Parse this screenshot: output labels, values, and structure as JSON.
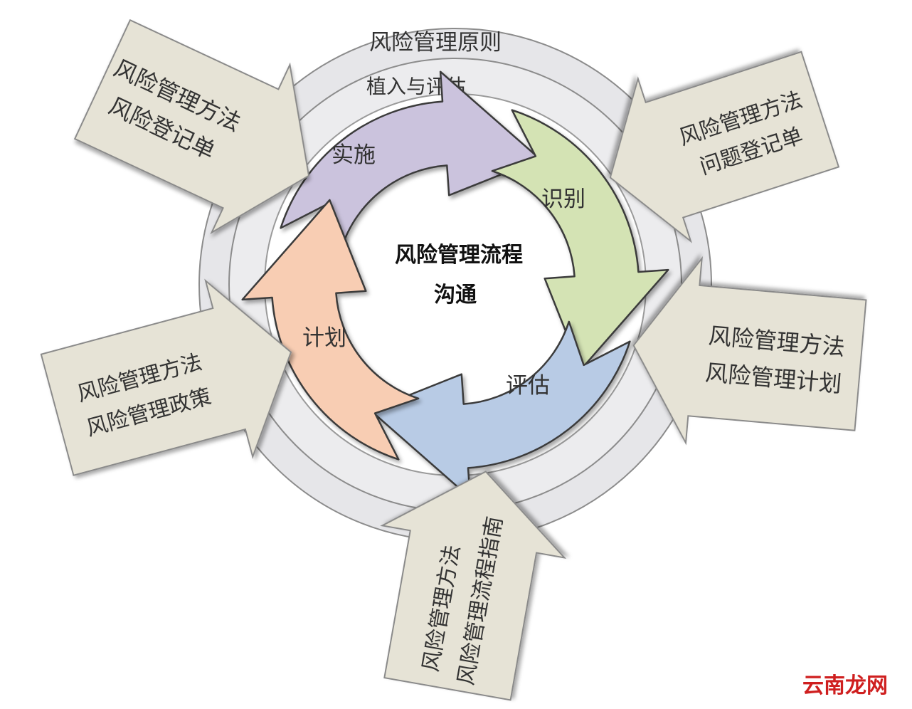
{
  "outer_rings": {
    "principles": "风险管理原则",
    "embed": "植入与评估"
  },
  "cycle": {
    "stages": [
      {
        "key": "implement",
        "label": "实施",
        "color": "#cbc3dd"
      },
      {
        "key": "identify",
        "label": "识别",
        "color": "#d4e3b4"
      },
      {
        "key": "assess",
        "label": "评估",
        "color": "#b8cbe5"
      },
      {
        "key": "plan",
        "label": "计划",
        "color": "#f8cdb3"
      }
    ],
    "center_title": "风险管理流程",
    "center_subtitle": "沟通"
  },
  "inputs": [
    {
      "line1": "风险管理方法",
      "line2": "风险登记单"
    },
    {
      "line1": "风险管理方法",
      "line2": "问题登记单"
    },
    {
      "line1": "风险管理方法",
      "line2": "风险管理计划"
    },
    {
      "line1": "风险管理方法",
      "line2": "风险管理流程指南"
    },
    {
      "line1": "风险管理方法",
      "line2": "风险管理政策"
    }
  ],
  "colors": {
    "ring_outer": "#e6e6e9",
    "ring_inner": "#ececee",
    "input_box": "#e6e3d6"
  },
  "watermark": "云南龙网"
}
